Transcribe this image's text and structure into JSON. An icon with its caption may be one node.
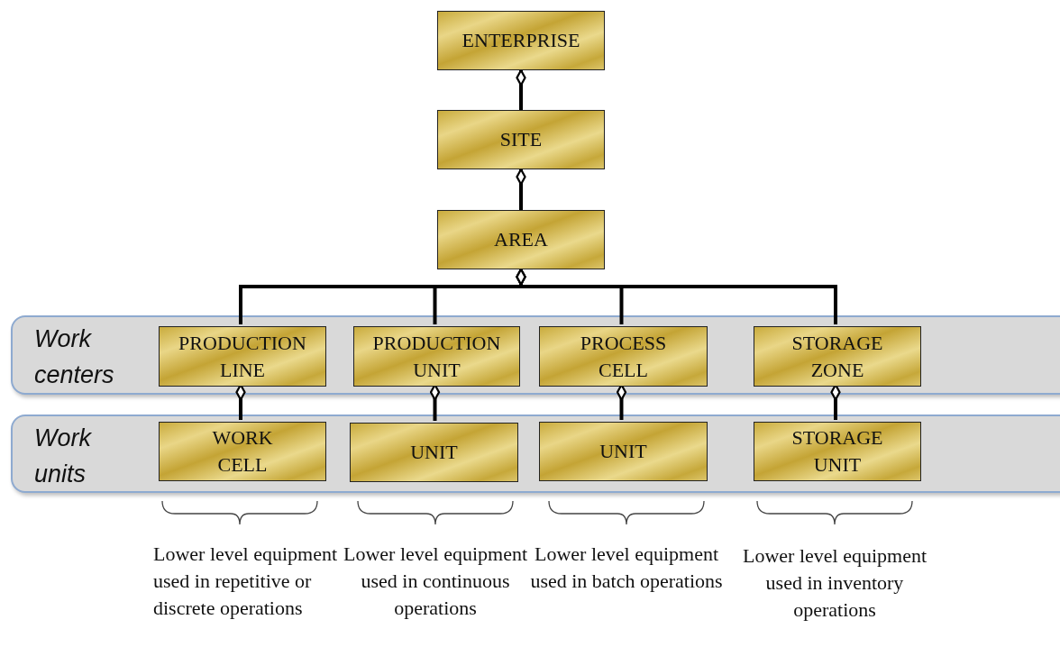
{
  "diagram": {
    "nodes": [
      {
        "text": [
          "ENTERPRISE"
        ]
      },
      {
        "text": [
          "SITE"
        ]
      },
      {
        "text": [
          "AREA"
        ]
      },
      {
        "text": [
          "Work centers"
        ]
      },
      {
        "text": [
          "PRODUCTION LINE"
        ],
        "in": 3
      },
      {
        "text": [
          "PRODUCTION UNIT"
        ],
        "in": 3
      },
      {
        "text": [
          "PROCESS CELL"
        ],
        "in": 3
      },
      {
        "text": [
          "STORAGE ZONE"
        ],
        "in": 3
      },
      {
        "text": [
          "Work units"
        ]
      },
      {
        "text": [
          "WORK CELL"
        ],
        "in": 8
      },
      {
        "text": [
          "UNIT"
        ],
        "in": 8
      },
      {
        "text": [
          "UNIT"
        ],
        "in": 8
      },
      {
        "text": [
          "STORAGE UNIT"
        ],
        "in": 8
      }
    ],
    "edges": [
      {
        "from": 1,
        "to": 0,
        "arrow": "other"
      },
      {
        "from": 2,
        "to": 1,
        "arrow": "other"
      },
      {
        "from": 4,
        "to": 2,
        "arrow": "other"
      },
      {
        "from": 5,
        "to": 2,
        "arrow": "other"
      },
      {
        "from": 6,
        "to": 2,
        "arrow": "other"
      },
      {
        "from": 7,
        "to": 2,
        "arrow": "other"
      },
      {
        "from": 9,
        "to": 4,
        "arrow": "other"
      },
      {
        "from": 10,
        "to": 5,
        "arrow": "other"
      },
      {
        "from": 11,
        "to": 6,
        "arrow": "other"
      },
      {
        "from": 12,
        "to": 7,
        "arrow": "other"
      }
    ],
    "labels": [
      "Lower level equipment used in repetitive or discrete operations",
      "Lower level equipment used in continuous operations",
      "Lower level equipment used in batch operations",
      "Lower level equipment used in inventory operations"
    ]
  }
}
